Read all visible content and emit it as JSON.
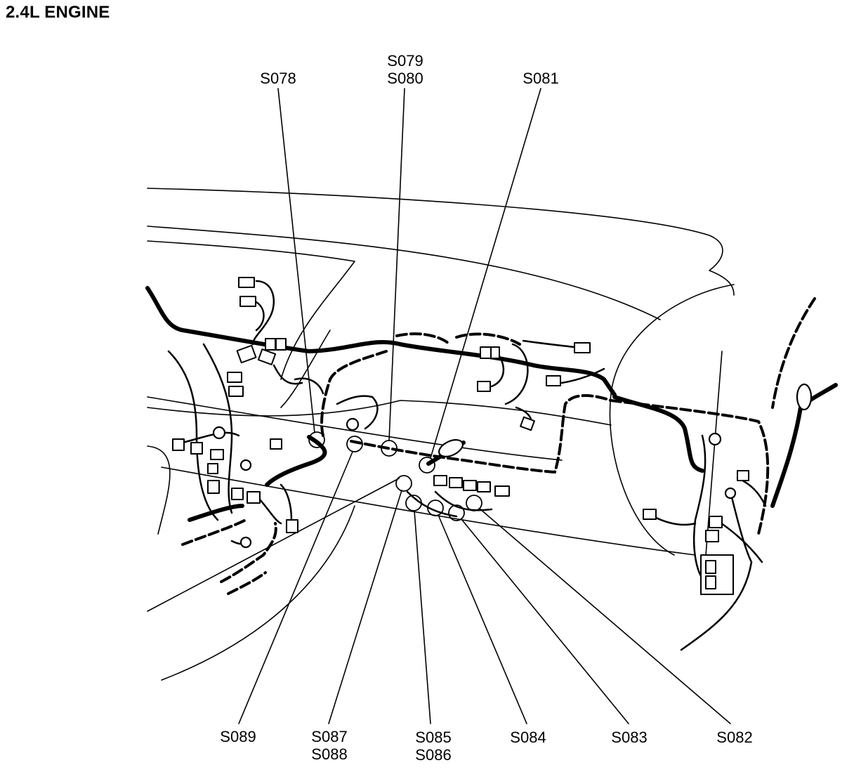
{
  "title": "2.4L ENGINE",
  "labels": {
    "s078": "S078",
    "s079": "S079",
    "s080": "S080",
    "s081": "S081",
    "s082": "S082",
    "s083": "S083",
    "s084": "S084",
    "s085": "S085",
    "s086": "S086",
    "s087": "S087",
    "s088": "S088",
    "s089": "S089"
  }
}
